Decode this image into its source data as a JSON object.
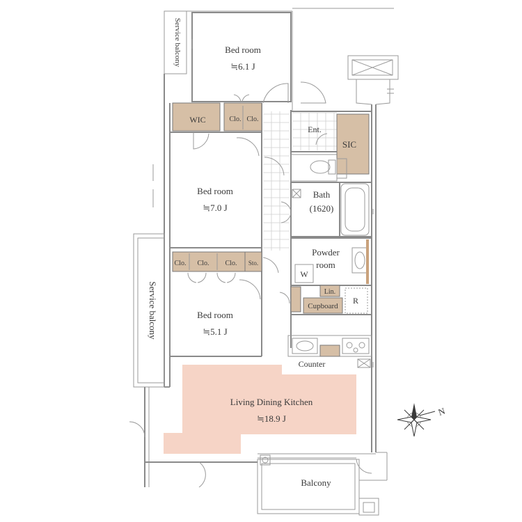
{
  "rooms": {
    "bed1_name": "Bed room",
    "bed1_size": "≒6.1 J",
    "bed2_name": "Bed room",
    "bed2_size": "≒7.0 J",
    "bed3_name": "Bed room",
    "bed3_size": "≒5.1 J",
    "ldk_name": "Living Dining Kitchen",
    "ldk_size": "≒18.9 J",
    "bath_name": "Bath",
    "bath_size": "(1620)",
    "powder_line1": "Powder",
    "powder_line2": "room",
    "entrance": "Ent.",
    "balcony": "Balcony",
    "service_balcony_top": "Service balcony",
    "service_balcony_left": "Service balcony"
  },
  "storage": {
    "wic": "WIC",
    "clo": "Clo.",
    "sto": "Sto.",
    "sic": "SIC",
    "lin": "Lin.",
    "cupboard": "Cupboard",
    "counter": "Counter",
    "washer": "W",
    "fridge": "R"
  },
  "compass": {
    "north": "N"
  },
  "colors": {
    "ldk_fill": "#f6d4c6",
    "storage_fill": "#d6bfa6",
    "wall": "#8a8a8a"
  }
}
